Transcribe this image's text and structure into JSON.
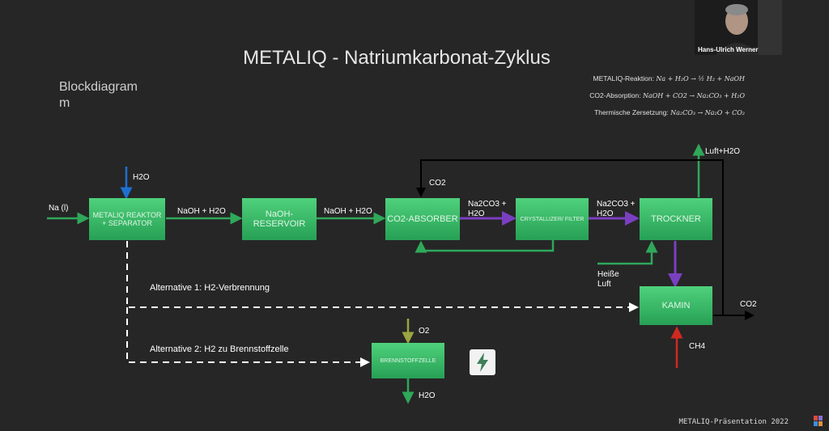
{
  "slide": {
    "title": "METALIQ - Natriumkarbonat-Zyklus",
    "subtitle": "Blockdiagramm",
    "footer": "METALIQ-Präsentation 2022"
  },
  "equations": [
    {
      "label": "METALIQ-Reaktion:",
      "formula": "Na + H₂O → ½ H₂ + NaOH"
    },
    {
      "label": "CO2-Absorption:",
      "formula": "NaOH + CO2 → Na₂CO₃ + H₂O"
    },
    {
      "label": "Thermische Zersetzung:",
      "formula": "Na₂CO₃ → Na₂O + CO₂"
    }
  ],
  "blocks": {
    "reaktor": "METALIQ REAKTOR + SEPARATOR",
    "reservoir": "NaOH-RESERVOIR",
    "absorber": "CO2-ABSORBER",
    "crystallizer": "CRYSTALLIZER/ FILTER",
    "trockner": "TROCKNER",
    "kamin": "KAMIN",
    "brennstoffzelle": "BRENNSTOFFZELLE"
  },
  "streams": {
    "na_in": "Na (l)",
    "h2o_in": "H2O",
    "naoh_h2o_1": "NaOH + H2O",
    "naoh_h2o_2": "NaOH + H2O",
    "co2_recycle": "CO2",
    "na2co3_h2o_1": "Na2CO3 + H2O",
    "na2co3_h2o_2": "Na2CO3 + H2O",
    "luft_h2o": "Luft+H2O",
    "heisse_luft": "Heiße Luft",
    "co2_out": "CO2",
    "ch4_in": "CH4",
    "o2_in": "O2",
    "h2o_out": "H2O"
  },
  "alternatives": {
    "alt1": "Alternative 1: H2-Verbrennung",
    "alt2": "Alternative 2: H2 zu Brennstoffzelle"
  },
  "webcam": {
    "name": "Hans-Ulrich Werner"
  },
  "colors": {
    "block_green": "#3cbf6a",
    "arrow_green": "#2fa85a",
    "arrow_purple": "#7a3fc0",
    "arrow_blue": "#1e6fd0",
    "arrow_red": "#d02a20",
    "arrow_olive": "#9aa640",
    "arrow_black": "#000000",
    "dashed_white": "#ffffff"
  }
}
